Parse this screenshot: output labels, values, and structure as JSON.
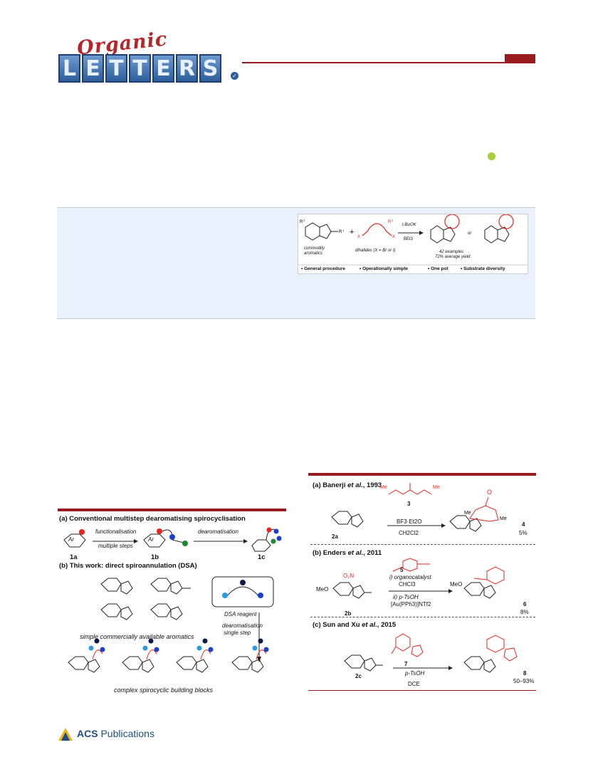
{
  "journal": {
    "script_word": "Organic",
    "tile_letters": [
      "L",
      "E",
      "T",
      "T",
      "E",
      "R",
      "S"
    ]
  },
  "toc_graphic": {
    "reactant1_label_line1": "commodity",
    "reactant1_label_line2": "aromatics",
    "reactant2_label": "dihalides (X = Br or I)",
    "reagent_top": "t-BuOK",
    "reagent_bottom": "BEt3",
    "or_text": "or",
    "stat_examples": "42 examples",
    "stat_yield": "72% average yield",
    "bullets": [
      "• General procedure",
      "• Operationally simple",
      "• One pot",
      "• Substrate diversity"
    ]
  },
  "figure1": {
    "panel_a_title": "(a) Conventional multistep dearomatising spirocyclisation",
    "step1_top": "functionalisation",
    "step1_bottom": "multiple steps",
    "step2_top": "dearomatisation",
    "compound_labels": [
      "1a",
      "1b",
      "1c"
    ],
    "ar_label": "Ar",
    "panel_b_title": "(b) This work: direct spiroannulation (DSA)",
    "dsa_reagent": "DSA reagent",
    "dearom_line1": "dearomatisation",
    "dearom_line2": "single step",
    "simple_caption": "simple commercially available aromatics",
    "complex_caption": "complex spirocyclic building blocks"
  },
  "figure2": {
    "a": {
      "title": "(a) Banerji",
      "title_etal": "et al.",
      "year": ", 1993",
      "reagent_number": "3",
      "conditions_top": "BF3·Et2O",
      "conditions_bottom": "CH2Cl2",
      "start_label": "2a",
      "product_label": "4",
      "yield": "5%"
    },
    "b": {
      "title": "(b) Enders",
      "title_etal": "et al.",
      "year": ", 2011",
      "reagent_number": "5",
      "cond1": "i) organocatalyst",
      "cond1b": "CHCl3",
      "cond2": "ii) p-TsOH",
      "cond2b": "[Au(PPh3)]NTf2",
      "start_label": "2b",
      "product_label": "6",
      "yield": "8%",
      "substituent": "MeO"
    },
    "c": {
      "title": "(c) Sun and Xu",
      "title_etal": "et al.",
      "year": ", 2015",
      "reagent_number": "7",
      "cond_top": "p-TsOH",
      "cond_bottom": "DCE",
      "start_label": "2c",
      "product_label": "8",
      "yield": "50–93%"
    }
  },
  "footer": {
    "publisher_bold": "ACS",
    "publisher_rest": " Publications"
  },
  "colors": {
    "brand_red": "#9a1b1f",
    "highlight_red": "#e8261f",
    "abstract_bg": "#e9f1fb",
    "logo_blue": "#2d5d9b"
  }
}
